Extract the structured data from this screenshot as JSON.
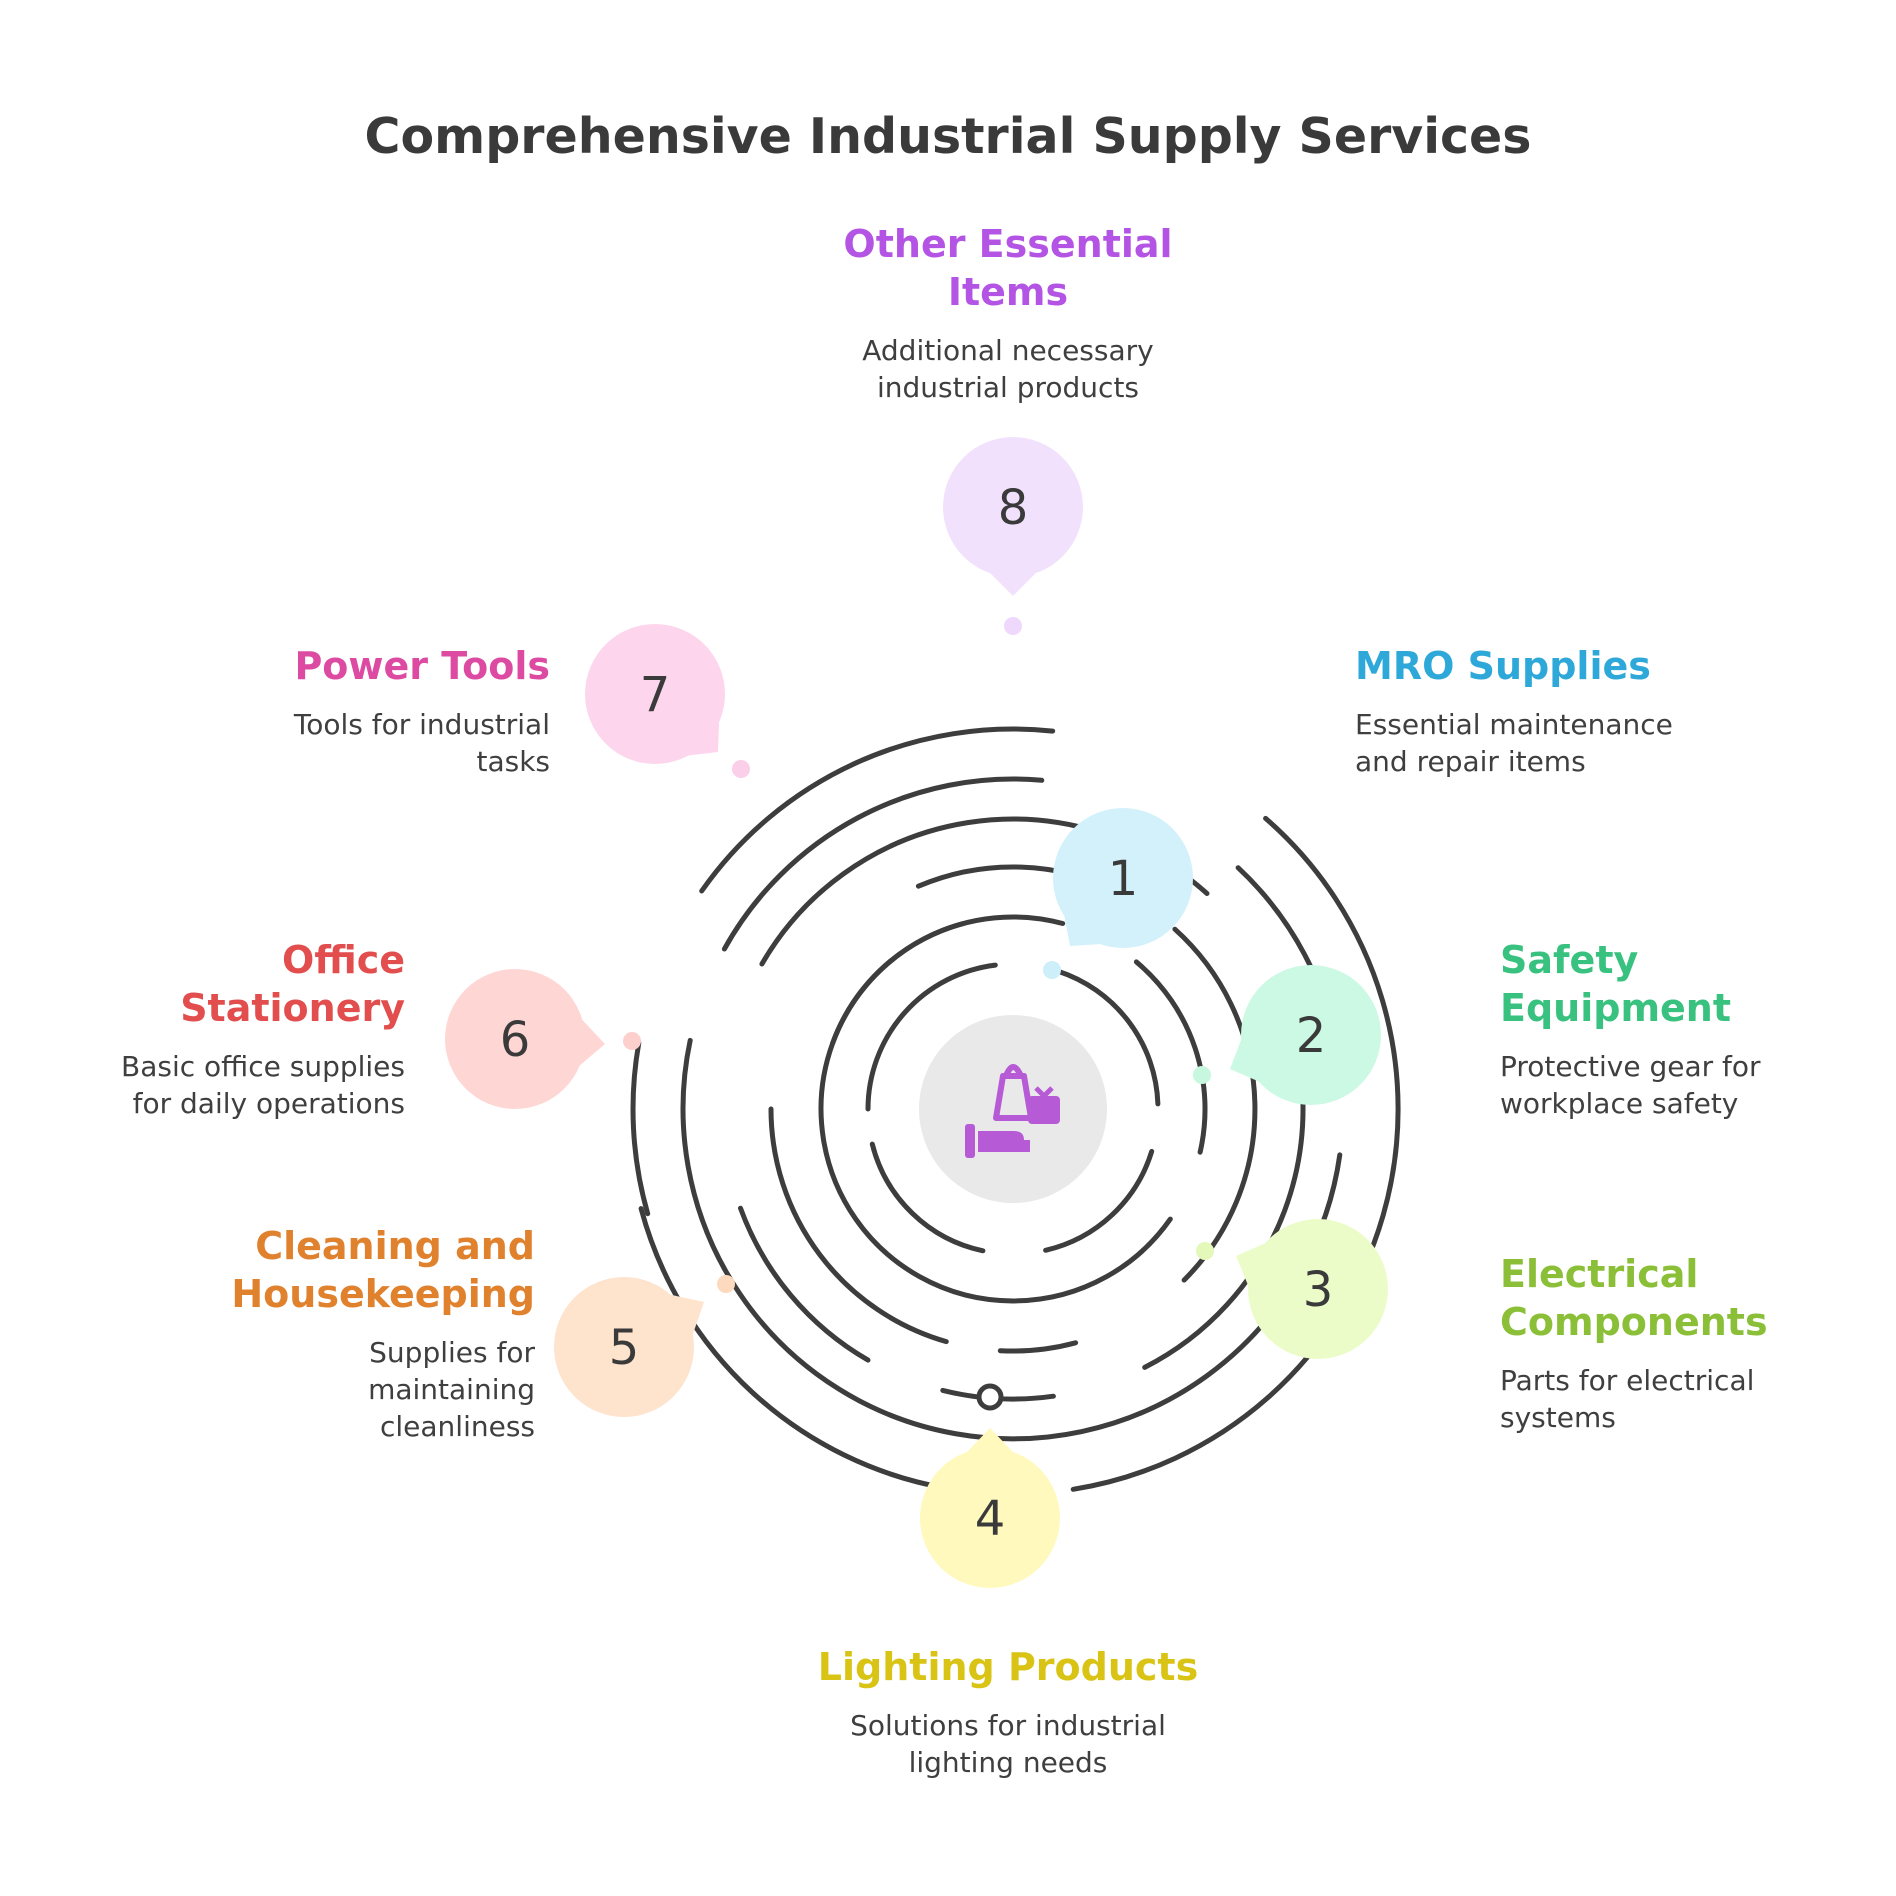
{
  "title": "Comprehensive Industrial Supply Services",
  "center_icon": "supplies-handoff-icon",
  "colors": {
    "arc": "#3d3d3d",
    "hub": "#e9e9e9",
    "icon": "#b65ad6",
    "description": "#3f3f3f"
  },
  "items": [
    {
      "number": "1",
      "title": "MRO Supplies",
      "description": "Essential maintenance and repair items",
      "color": "#2ea8d8",
      "fill": "#d3f1fb",
      "dot": "#cdeff9"
    },
    {
      "number": "2",
      "title": "Safety Equipment",
      "description": "Protective gear for workplace safety",
      "color": "#38c17f",
      "fill": "#ccf9e4",
      "dot": "#c7f7de"
    },
    {
      "number": "3",
      "title": "Electrical Components",
      "description": "Parts for electrical systems",
      "color": "#8abf37",
      "fill": "#ecfcc9",
      "dot": "#e4f8b9"
    },
    {
      "number": "4",
      "title": "Lighting Products",
      "description": "Solutions for industrial lighting needs",
      "color": "#d9c416",
      "fill": "#fff9bd",
      "dot": "#ffffff"
    },
    {
      "number": "5",
      "title": "Cleaning and Housekeeping",
      "description": "Supplies for maintaining cleanliness",
      "color": "#e0812e",
      "fill": "#fee3cd",
      "dot": "#fdd9bd"
    },
    {
      "number": "6",
      "title": "Office Stationery",
      "description": "Basic office supplies for daily operations",
      "color": "#e24e4e",
      "fill": "#fed7d5",
      "dot": "#fdd0ce"
    },
    {
      "number": "7",
      "title": "Power Tools",
      "description": "Tools for industrial tasks",
      "color": "#dd4aa2",
      "fill": "#fdd6ee",
      "dot": "#fccfe9"
    },
    {
      "number": "8",
      "title": "Other Essential Items",
      "description": "Additional necessary industrial products",
      "color": "#b454e4",
      "fill": "#f2e1fd",
      "dot": "#eed9fc"
    }
  ]
}
